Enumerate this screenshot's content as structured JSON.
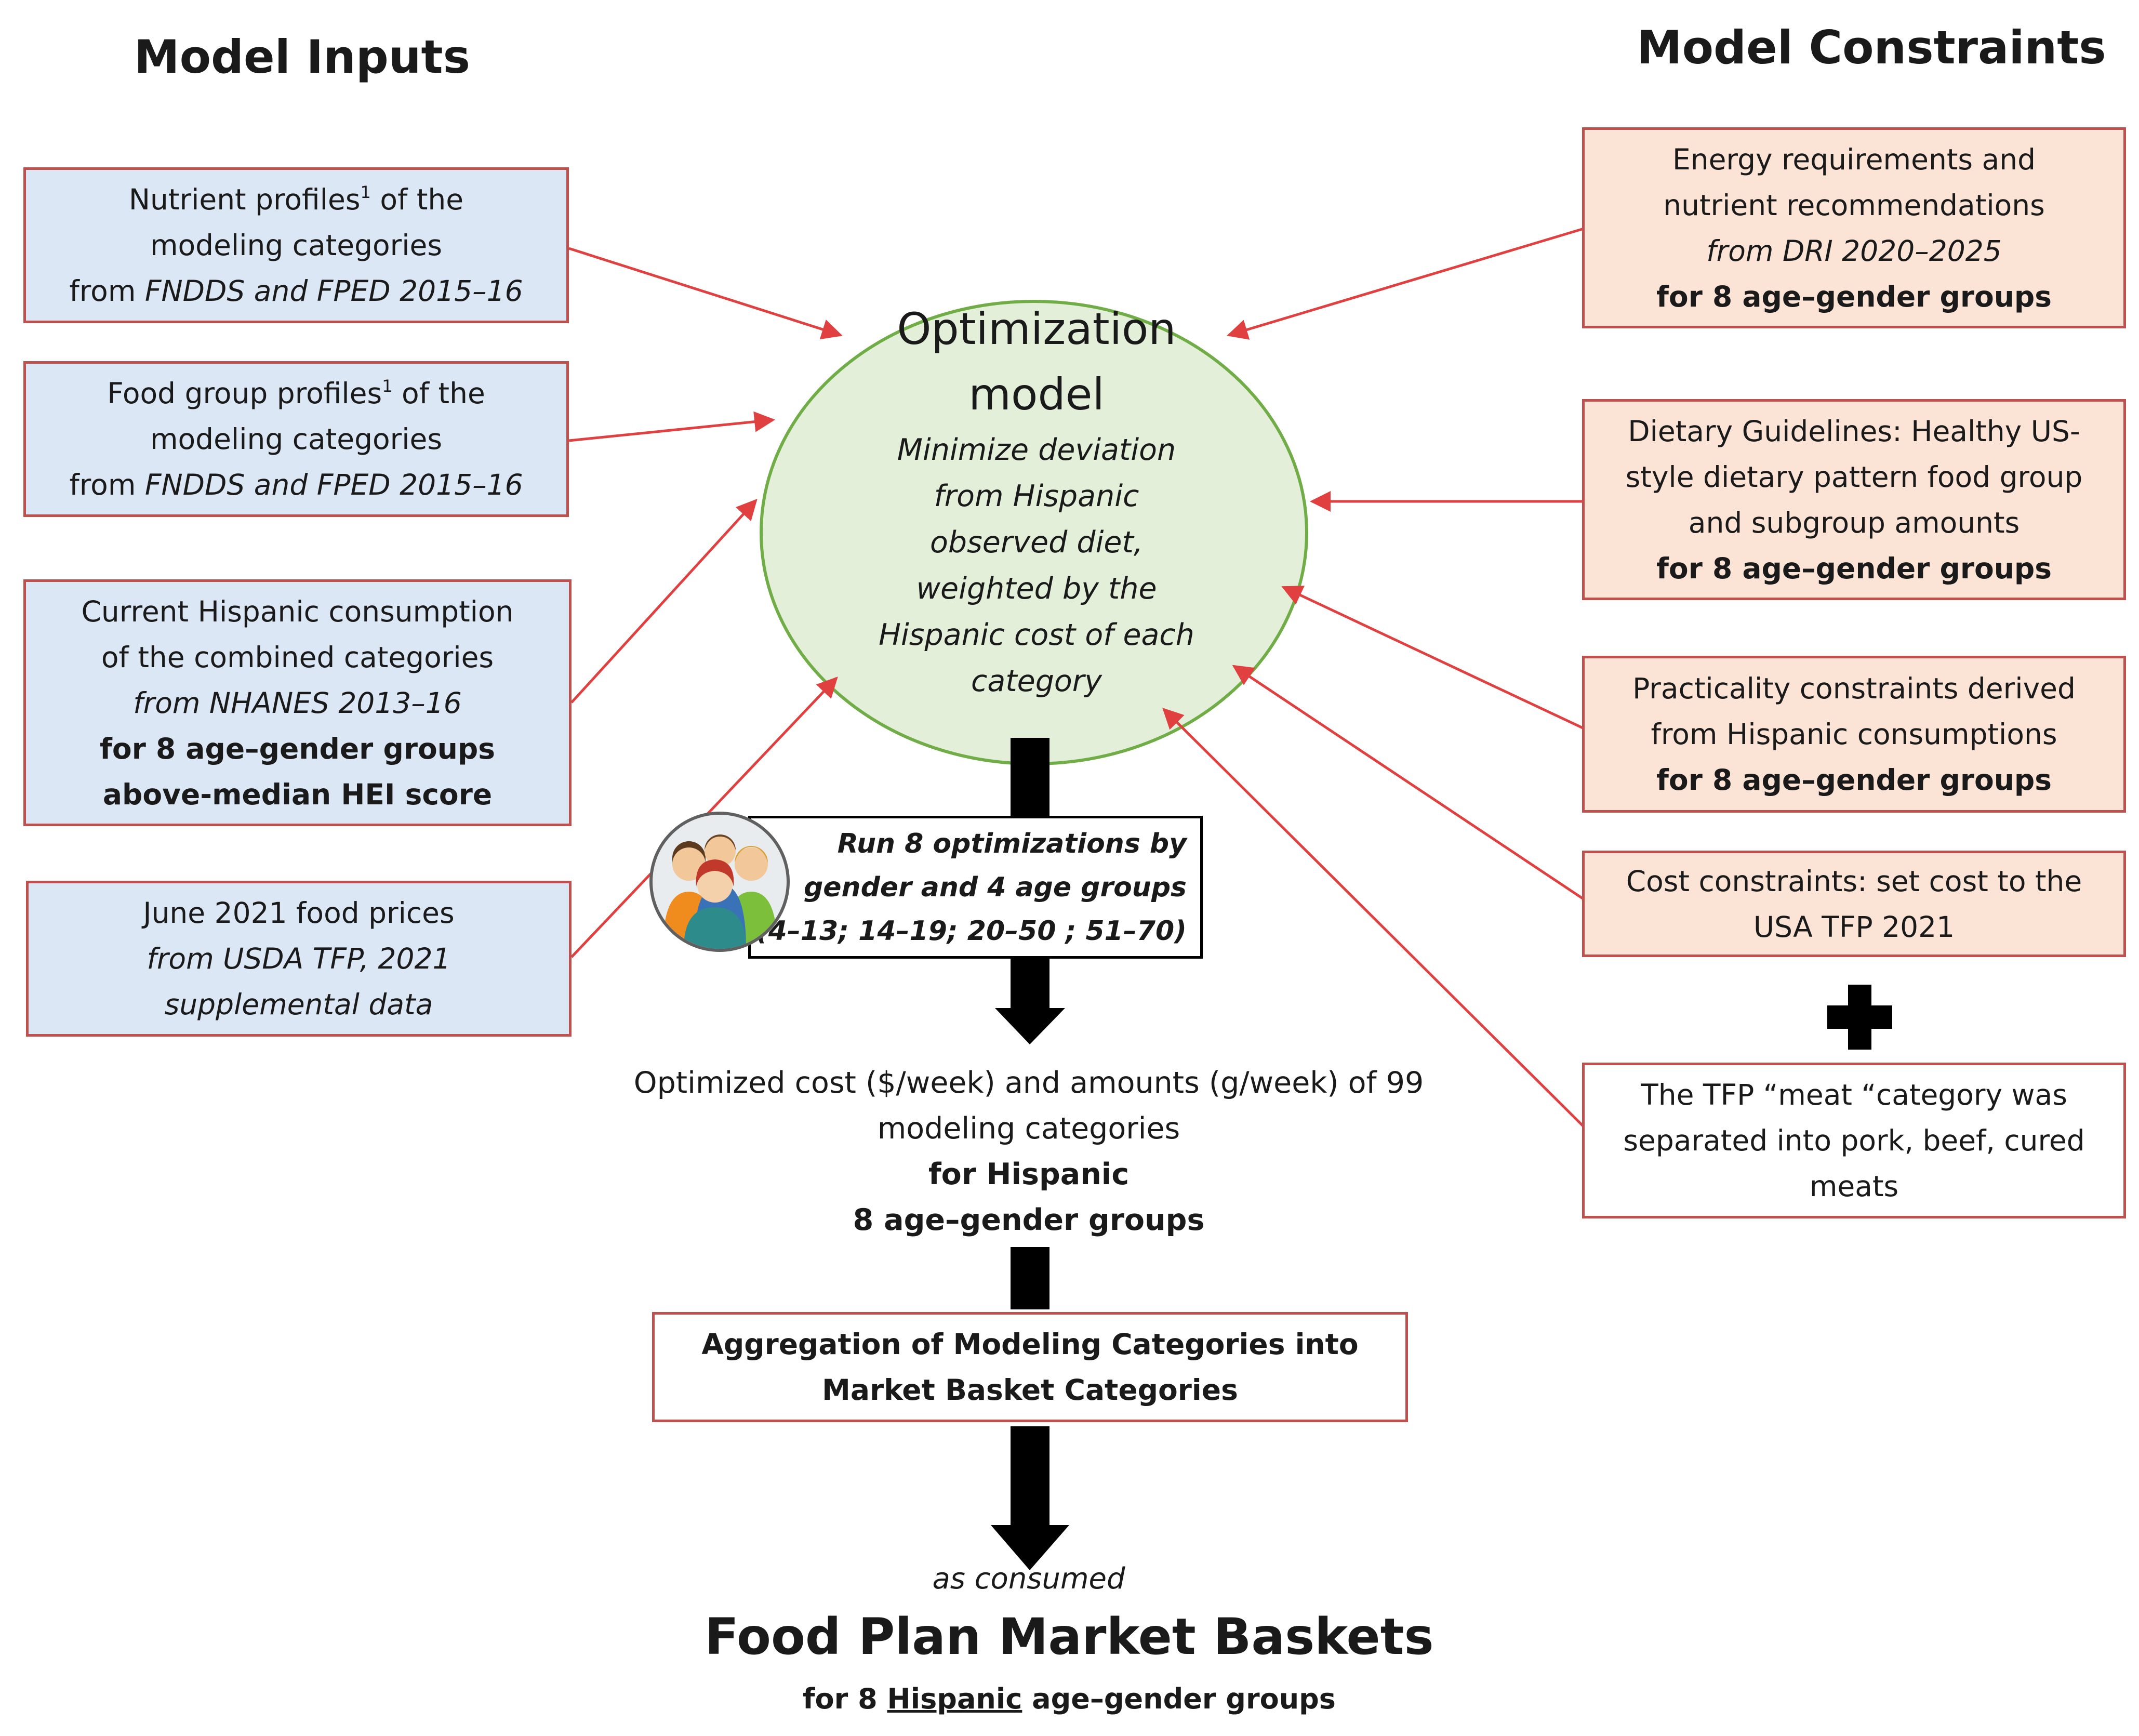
{
  "headings": {
    "inputs": "Model Inputs",
    "constraints": "Model Constraints"
  },
  "inputs": [
    {
      "l1": "Nutrient profiles",
      "sup": "1",
      "l1b": " of the",
      "l2": "modeling categories",
      "l3a": "from ",
      "l3b": "FNDDS and FPED 2015–16"
    },
    {
      "l1": "Food group profiles",
      "sup": "1",
      "l1b": " of the",
      "l2": "modeling categories",
      "l3a": "from ",
      "l3b": "FNDDS and FPED 2015–16"
    },
    {
      "l1": "Current Hispanic consumption",
      "l2": "of the combined categories",
      "l3": "from NHANES 2013–16",
      "l4": "for 8 age–gender groups",
      "l5": "above-median HEI score"
    },
    {
      "l1": "June 2021 food prices",
      "l2": "from USDA TFP, 2021",
      "l3": "supplemental data"
    }
  ],
  "constraints": [
    {
      "l1": "Energy requirements and",
      "l2": "nutrient recommendations",
      "l3": "from DRI 2020–2025",
      "l4": "for 8 age–gender groups"
    },
    {
      "l1": "Dietary Guidelines: Healthy US-",
      "l2": "style dietary pattern food group",
      "l3": "and subgroup amounts",
      "l4": "for 8 age–gender groups"
    },
    {
      "l1": "Practicality constraints derived",
      "l2": "from Hispanic consumptions",
      "l3": "for 8 age–gender groups"
    },
    {
      "l1": "Cost constraints: set cost to the",
      "l2": "USA TFP 2021"
    },
    {
      "l1": "The TFP  “meat “category was",
      "l2": "separated into pork, beef, cured",
      "l3": "meats"
    }
  ],
  "model": {
    "title1": "Optimization",
    "title2": "model",
    "d1": "Minimize deviation",
    "d2": "from Hispanic",
    "d3": "observed diet,",
    "d4": "weighted by the",
    "d5": "Hispanic cost of each",
    "d6": "category"
  },
  "run": {
    "l1": "Run 8 optimizations by",
    "l2": "gender and 4 age groups",
    "l3": "(4–13; 14–19; 20–50 ; 51–70)"
  },
  "optimized": {
    "l1": "Optimized cost ($/week) and amounts (g/week) of 99",
    "l2": "modeling categories",
    "l3": "for Hispanic",
    "l4": "8 age–gender groups"
  },
  "aggregation": {
    "l1": "Aggregation of Modeling Categories into",
    "l2": "Market Basket Categories"
  },
  "footer": {
    "as_consumed": "as consumed",
    "title": "Food Plan Market Baskets",
    "sub_a": "for 8 ",
    "sub_u": "Hispanic",
    "sub_b": " age–gender groups"
  },
  "colors": {
    "input_fill": "#dbe7f4",
    "constraint_fill": "#fbe3d6",
    "border": "#c0504d",
    "ellipse_fill": "#e3efd9",
    "ellipse_stroke": "#70ad47",
    "arrow_red": "#e04040"
  }
}
